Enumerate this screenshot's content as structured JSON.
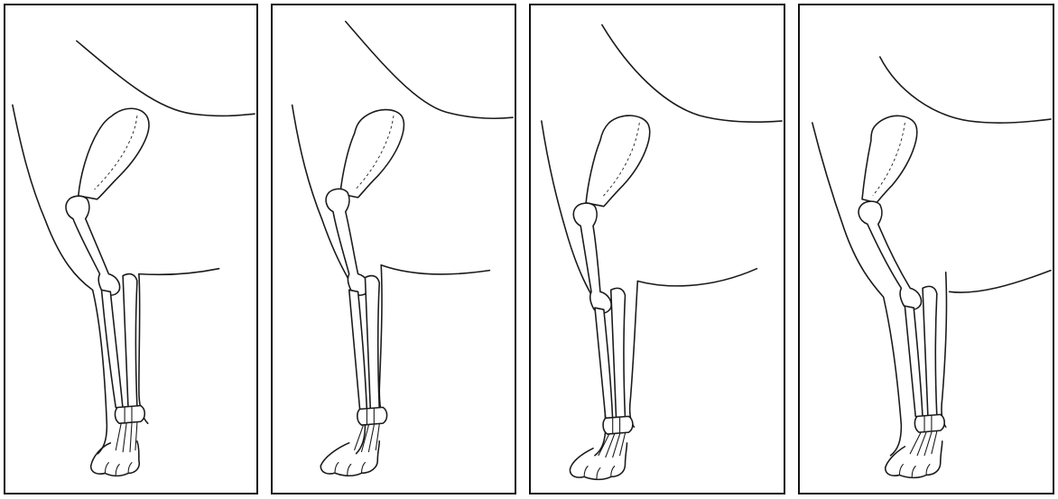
{
  "figure": {
    "panels": [
      {
        "id": "1"
      },
      {
        "id": "2"
      },
      {
        "id": "3"
      },
      {
        "id": "4"
      }
    ]
  }
}
